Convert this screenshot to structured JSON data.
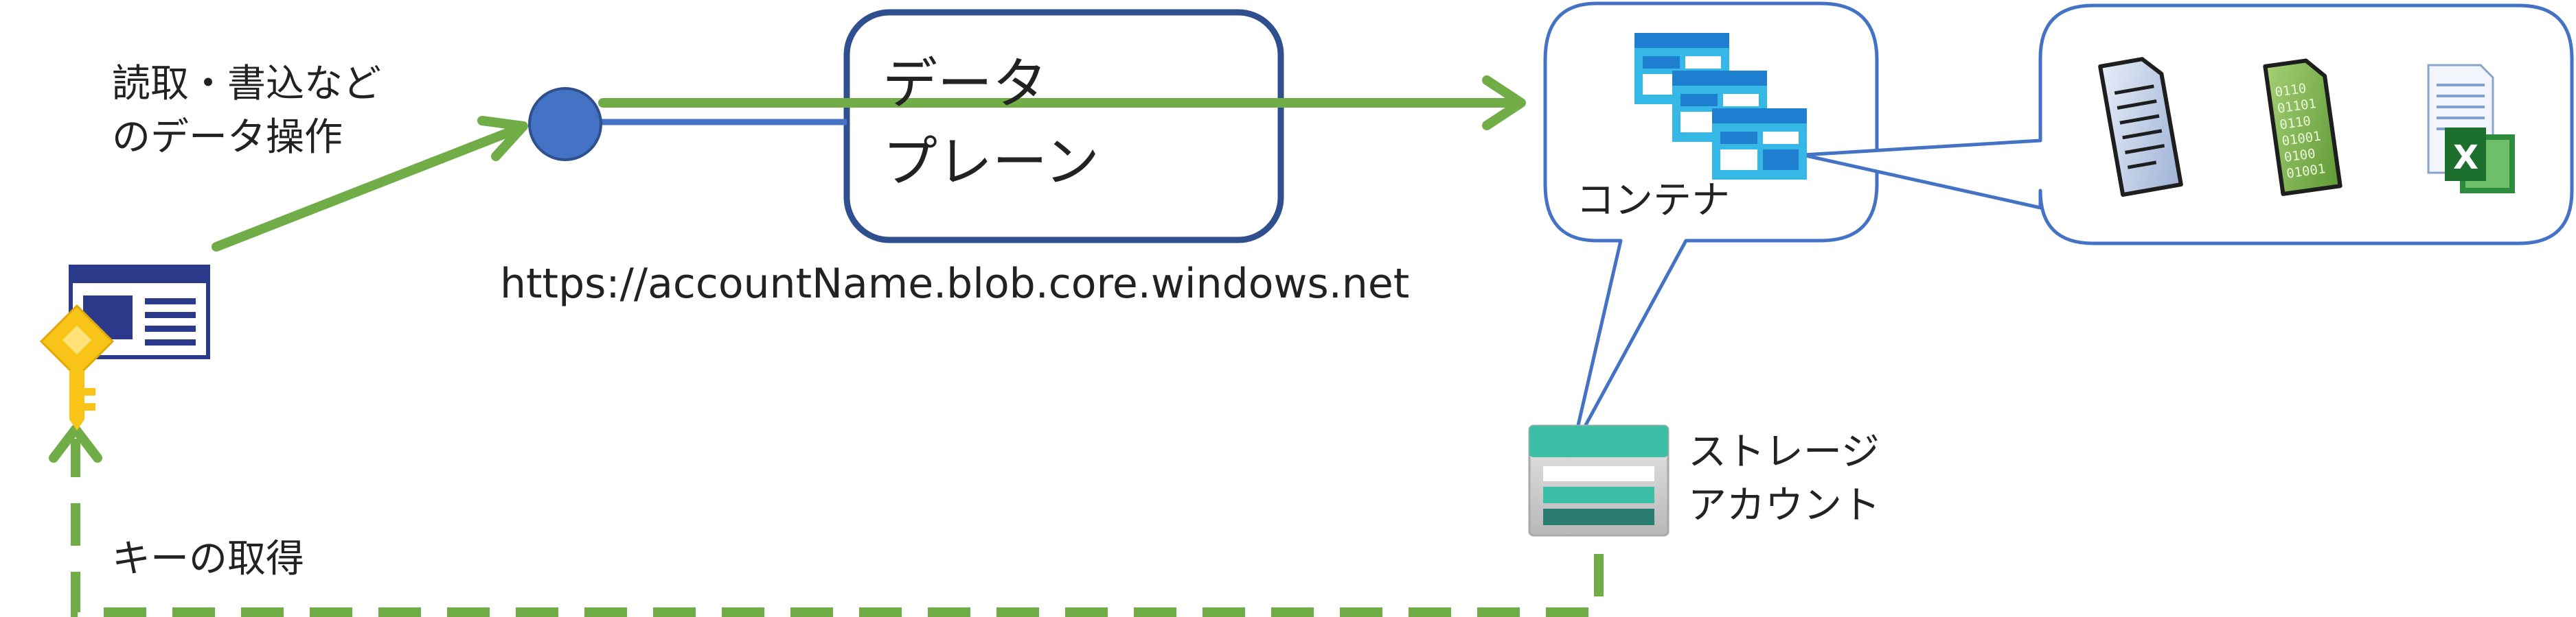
{
  "labels": {
    "operation_line1": "読取・書込など",
    "operation_line2": "のデータ操作",
    "data_plane_line1": "データ",
    "data_plane_line2": "プレーン",
    "endpoint_url": "https://accountName.blob.core.windows.net",
    "container": "コンテナ",
    "storage_account_line1": "ストレージ",
    "storage_account_line2": "アカウント",
    "get_key": "キーの取得"
  },
  "colors": {
    "arrow_green": "#70ad47",
    "frame_blue": "#4472c4",
    "dark_blue": "#2f4f8f",
    "node_blue": "#4472c4",
    "azure_blue": "#1e7fd0",
    "azure_cyan": "#35b8e6",
    "storage_teal": "#3bbfa6",
    "key_yellow": "#f7c417",
    "app_navy": "#2b3a8a"
  },
  "icons": {
    "app": "app-window-icon",
    "key": "key-icon",
    "endpoint": "endpoint-node-icon",
    "containers": "blob-container-stack-icon",
    "storage": "storage-account-icon",
    "text_file": "text-document-icon",
    "binary_file": "binary-file-icon",
    "excel_file": "excel-file-icon"
  }
}
